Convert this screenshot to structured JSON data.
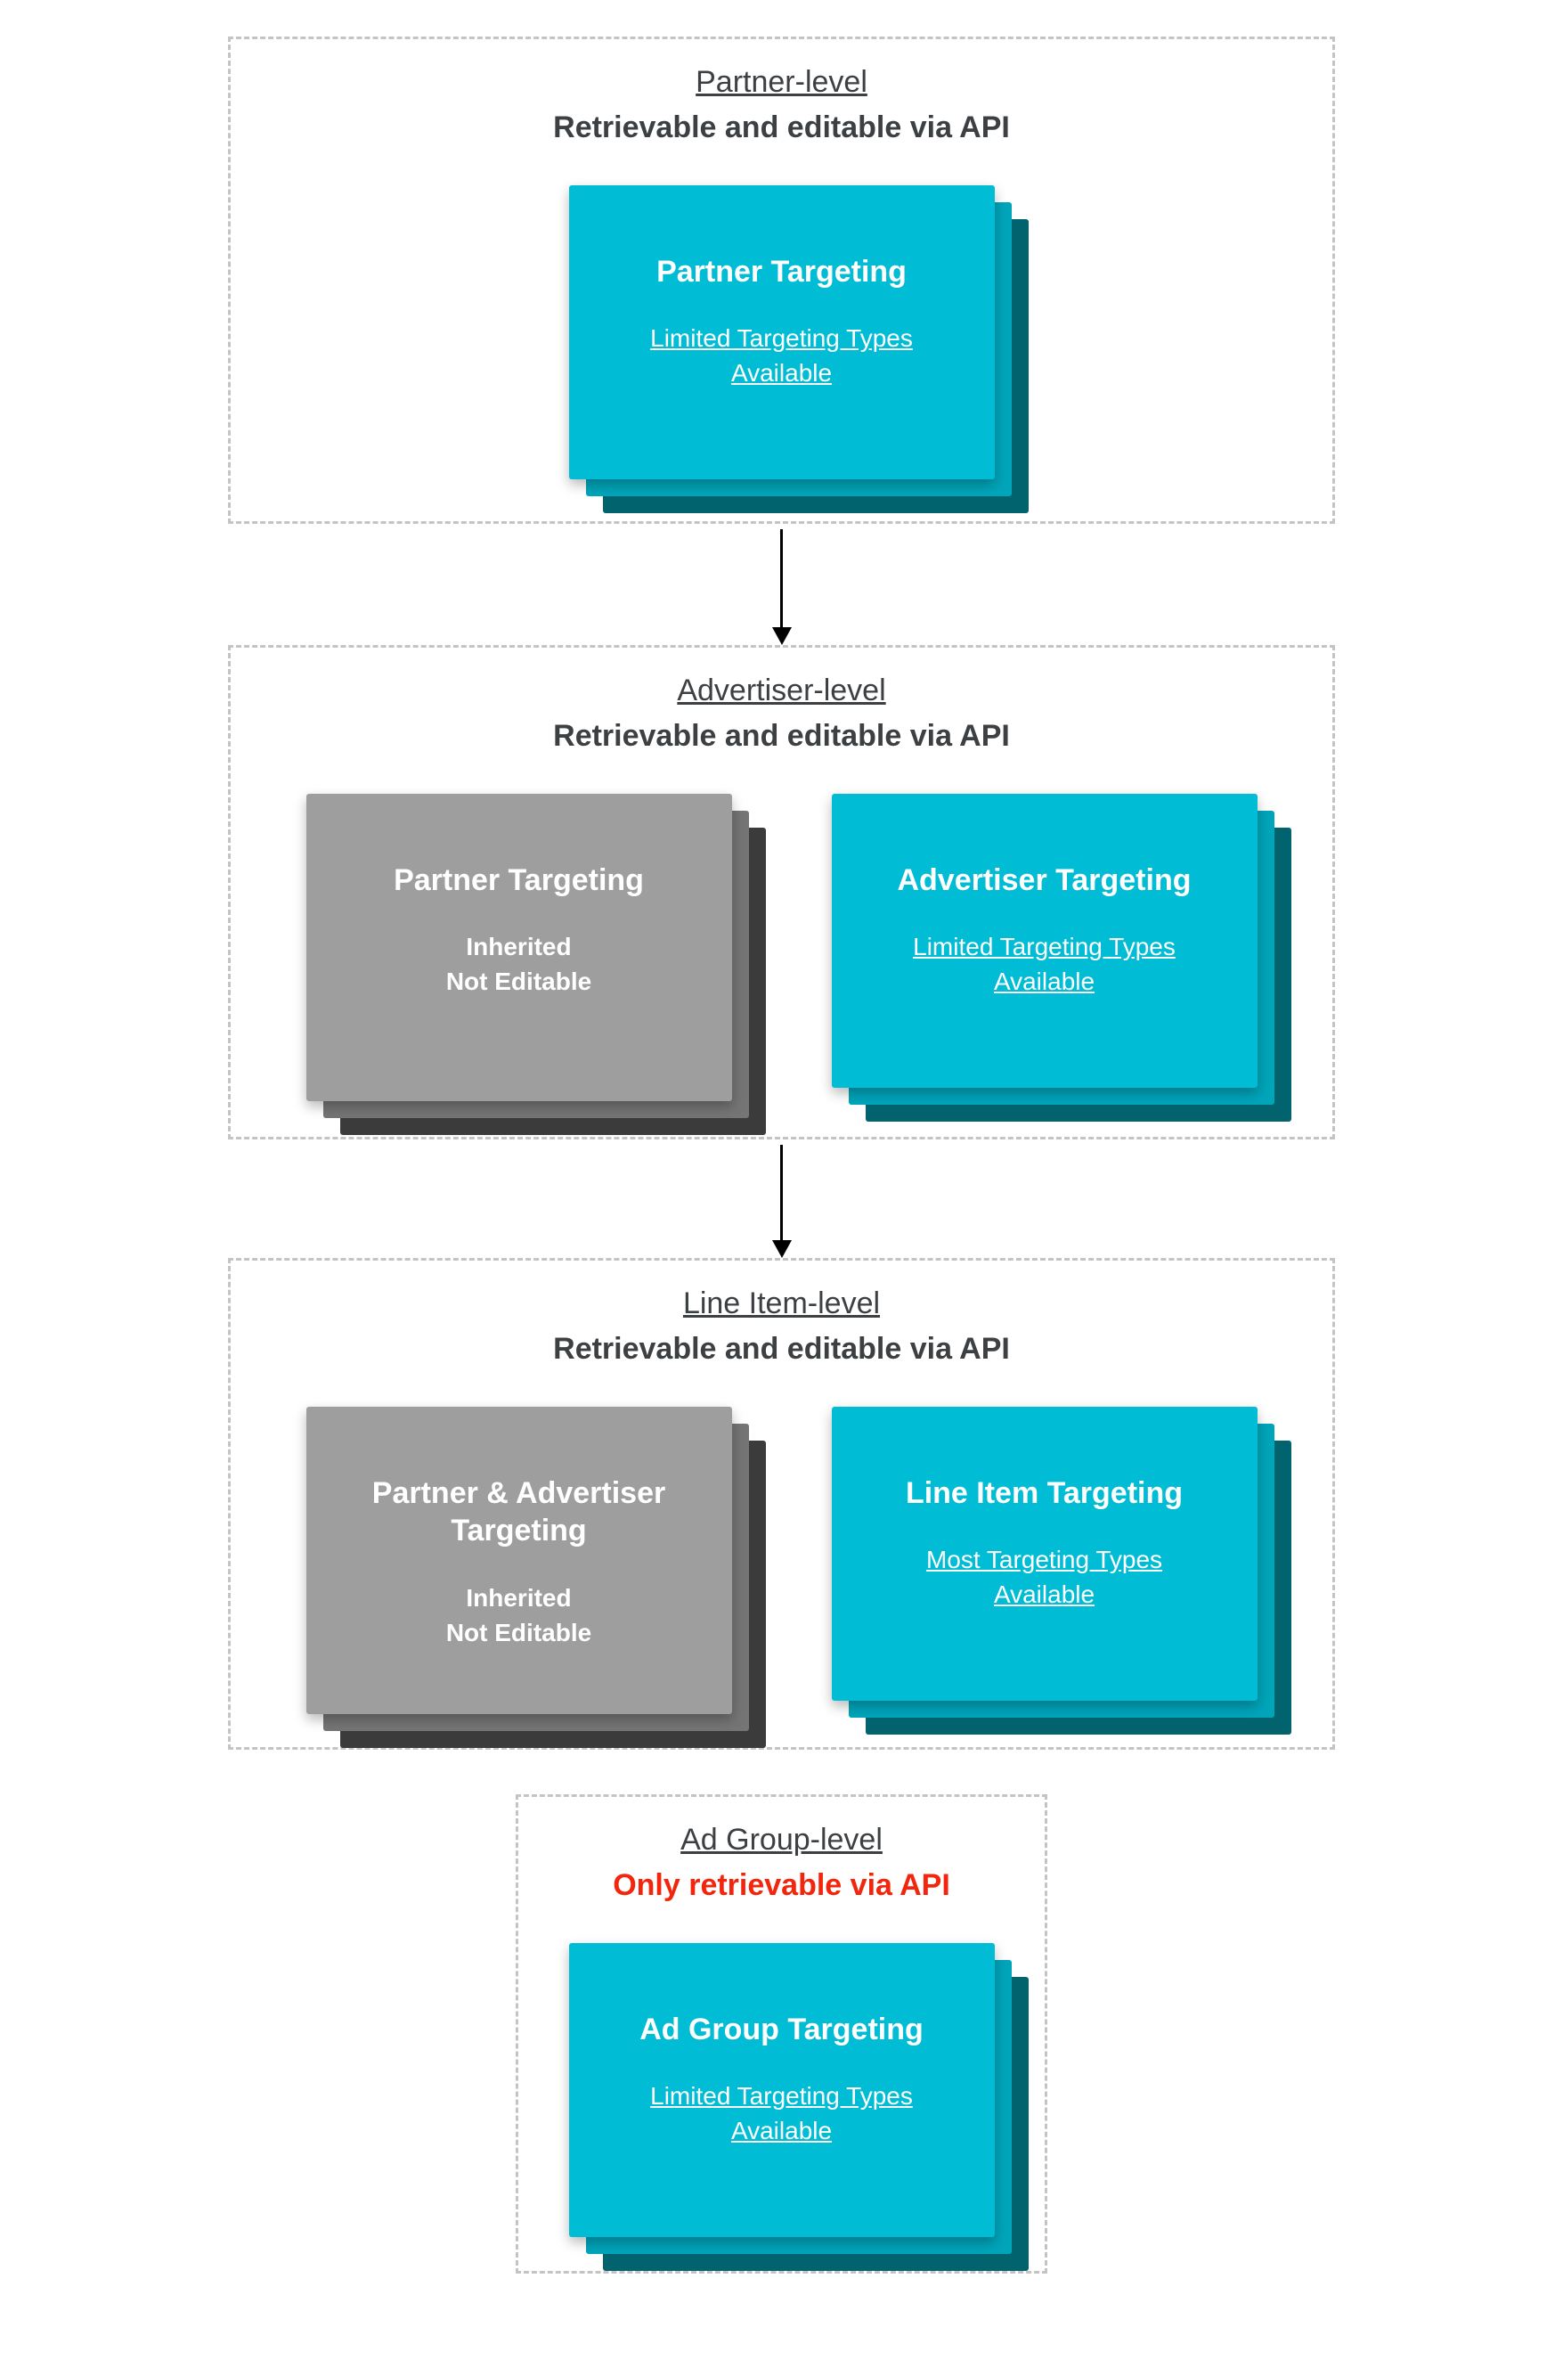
{
  "colors": {
    "teal_card": "#00bcd4",
    "teal_layer_mid": "#00a5ba",
    "teal_layer_dark": "#00636e",
    "gray_card": "#9e9e9e",
    "gray_layer_mid": "#757575",
    "gray_layer_dark": "#3b3b3b",
    "heading_text": "#3c4043",
    "red_subtitle": "#f3260d",
    "card_text": "#ffffff",
    "dashed_border": "#c4c4c4",
    "arrow": "#000000"
  },
  "sections": [
    {
      "title": "Partner-level",
      "subtitle": "Retrievable and editable via API",
      "cards": [
        {
          "style": "teal",
          "title": "Partner Targeting",
          "body": "Limited Targeting Types Available",
          "body_underlined": true
        }
      ]
    },
    {
      "title": "Advertiser-level",
      "subtitle": "Retrievable and editable via API",
      "cards": [
        {
          "style": "gray",
          "title": "Partner Targeting",
          "body": "Inherited\nNot Editable",
          "body_underlined": false
        },
        {
          "style": "teal",
          "title": "Advertiser Targeting",
          "body": "Limited Targeting Types Available",
          "body_underlined": true
        }
      ]
    },
    {
      "title": "Line Item-level",
      "subtitle": "Retrievable and editable via API",
      "cards": [
        {
          "style": "gray",
          "title": "Partner & Advertiser Targeting",
          "body": "Inherited\nNot Editable",
          "body_underlined": false
        },
        {
          "style": "teal",
          "title": "Line Item Targeting",
          "body": "Most Targeting Types Available",
          "body_underlined": true
        }
      ]
    },
    {
      "title": "Ad Group-level",
      "subtitle": "Only retrievable via API",
      "subtitle_red": true,
      "cards": [
        {
          "style": "teal",
          "title": "Ad Group Targeting",
          "body": "Limited Targeting Types Available",
          "body_underlined": true
        }
      ]
    }
  ]
}
